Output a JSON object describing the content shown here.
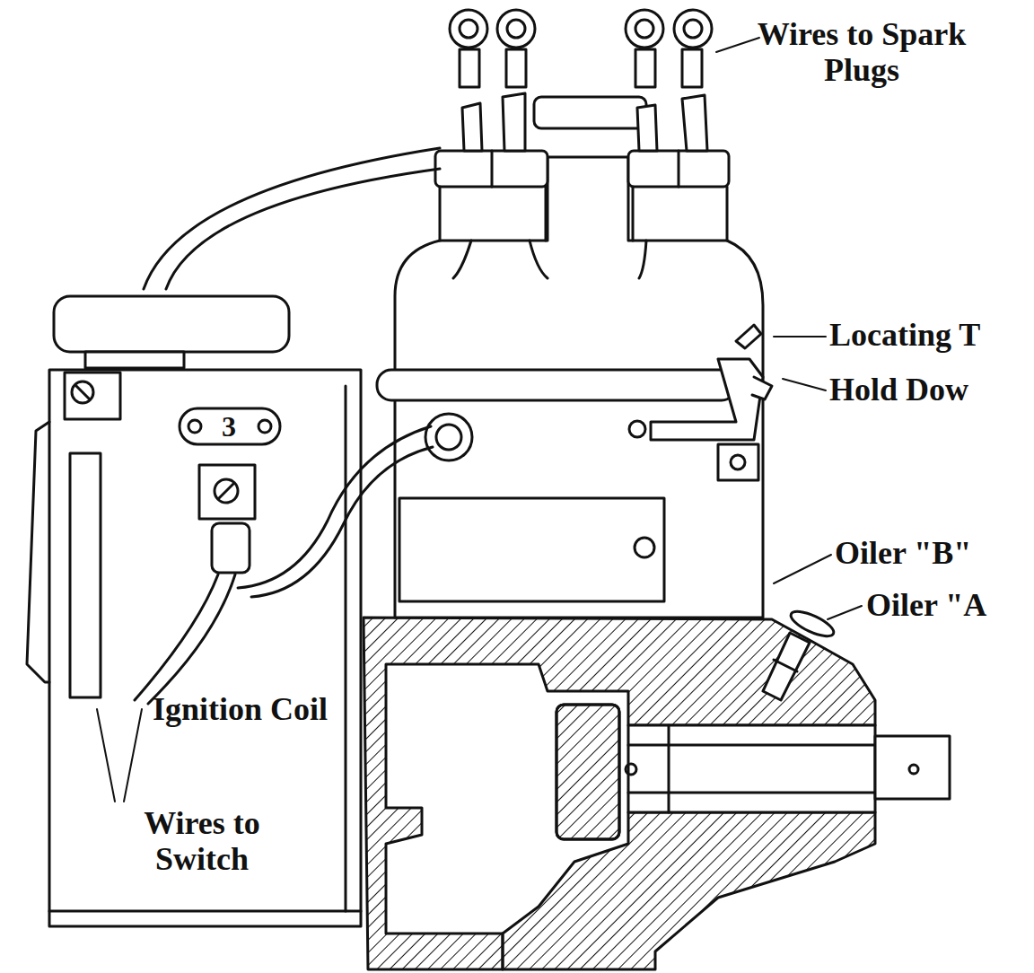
{
  "diagram": {
    "labels": [
      "Wires to Spark Plugs",
      "Locating T",
      "Hold Dow",
      "Oiler \"B\"",
      "Oiler \"A",
      "3",
      "Ignition Coil",
      "Wires to Switch"
    ]
  }
}
